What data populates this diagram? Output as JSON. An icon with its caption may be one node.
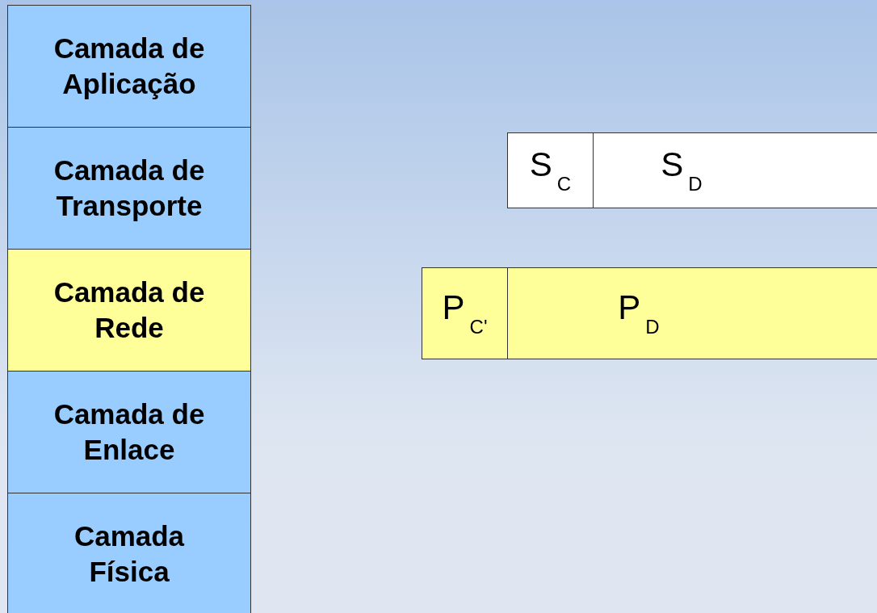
{
  "diagram": {
    "nodes": [
      {
        "text": [
          "Camada de Aplicação"
        ]
      },
      {
        "text": [
          "Camada de Transporte"
        ]
      },
      {
        "text": [
          "Camada de Rede"
        ]
      },
      {
        "text": [
          "Camada de Enlace"
        ]
      },
      {
        "text": [
          "Camada Física"
        ]
      },
      {
        "text": [
          "S$_{C}$"
        ]
      },
      {
        "text": [
          "S$_{D}$"
        ]
      },
      {
        "text": [
          "P$_{C'}$"
        ]
      },
      {
        "text": [
          "P$_{D}$"
        ]
      }
    ]
  }
}
